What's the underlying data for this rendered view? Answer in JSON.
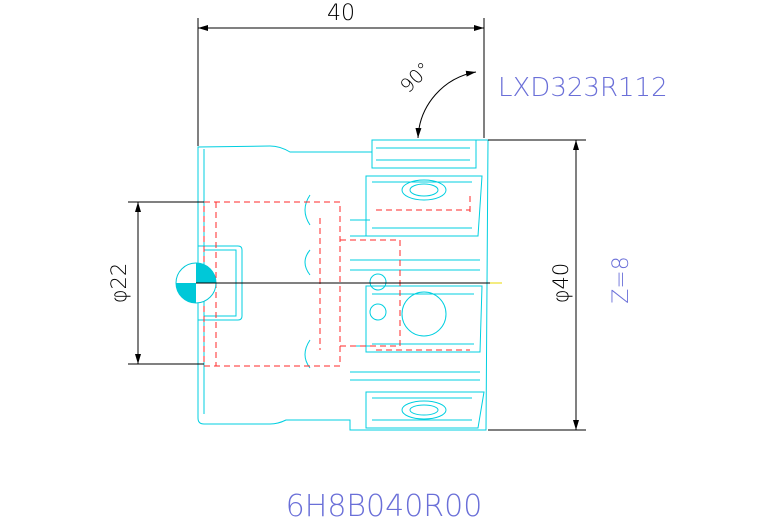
{
  "drawing": {
    "part_number": "6H8B040R00",
    "insert_code": "LXD323R112",
    "teeth_count_label": "Z=8",
    "colors": {
      "outline": "#00cfe0",
      "hidden": "#ff2a2a",
      "dimension": "#000000",
      "label_blue": "#6a6fd8",
      "center_fill": "#00c8d8",
      "axis_yellow": "#e8d800"
    }
  },
  "dimensions": {
    "overall_length": "40",
    "bore_diameter": "φ22",
    "outer_diameter": "φ40",
    "insert_angle": "90°"
  }
}
